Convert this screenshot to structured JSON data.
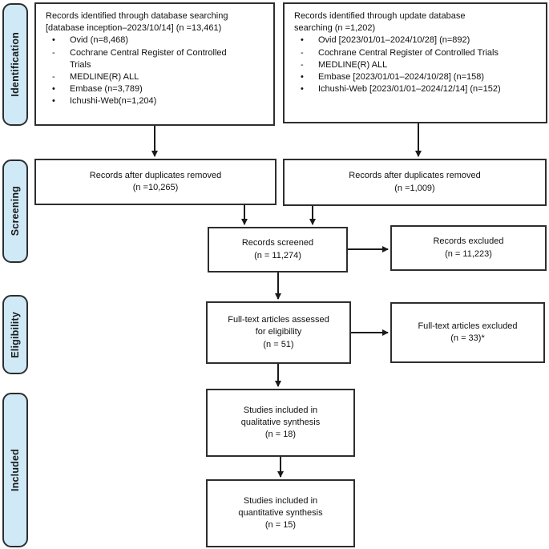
{
  "sidebar": {
    "stages": [
      {
        "label": "Identification"
      },
      {
        "label": "Screening"
      },
      {
        "label": "Eligibility"
      },
      {
        "label": "Included"
      }
    ]
  },
  "boxes": {
    "db_search": {
      "title": "Records identified through database searching\n[database inception–2023/10/14] (n =13,461)",
      "items": [
        {
          "marker": "•",
          "text": "Ovid (n=8,468)"
        },
        {
          "marker": "-",
          "text": "Cochrane Central Register of Controlled\nTrials"
        },
        {
          "marker": "-",
          "text": "MEDLINE(R) ALL"
        },
        {
          "marker": "•",
          "text": "Embase (n=3,789)"
        },
        {
          "marker": "•",
          "text": "Ichushi-Web(n=1,204)"
        }
      ]
    },
    "update_search": {
      "title": "Records identified through update database\nsearching (n =1,202)",
      "items": [
        {
          "marker": "•",
          "text": "Ovid [2023/01/01–2024/10/28] (n=892)"
        },
        {
          "marker": "-",
          "text": "Cochrane Central Register of Controlled Trials"
        },
        {
          "marker": "-",
          "text": "MEDLINE(R) ALL"
        },
        {
          "marker": "•",
          "text": "Embase [2023/01/01–2024/10/28] (n=158)"
        },
        {
          "marker": "•",
          "text": "Ichushi-Web [2023/01/01–2024/12/14] (n=152)"
        }
      ]
    },
    "dup_left": "Records after duplicates removed\n(n =10,265)",
    "dup_right": "Records after duplicates removed\n(n =1,009)",
    "screened": "Records screened\n(n = 11,274)",
    "records_excluded": "Records excluded\n(n = 11,223)",
    "fulltext": "Full-text articles assessed\nfor eligibility\n(n = 51)",
    "fulltext_excluded": "Full-text articles excluded\n(n = 33)*",
    "qualitative": "Studies included in\nqualitative synthesis\n(n = 18)",
    "quantitative": "Studies included in\nquantitative synthesis\n(n = 15)"
  },
  "colors": {
    "stage_fill": "#cfe9f7",
    "box_border": "#2e2e2e",
    "arrow": "#1a1a1a"
  }
}
